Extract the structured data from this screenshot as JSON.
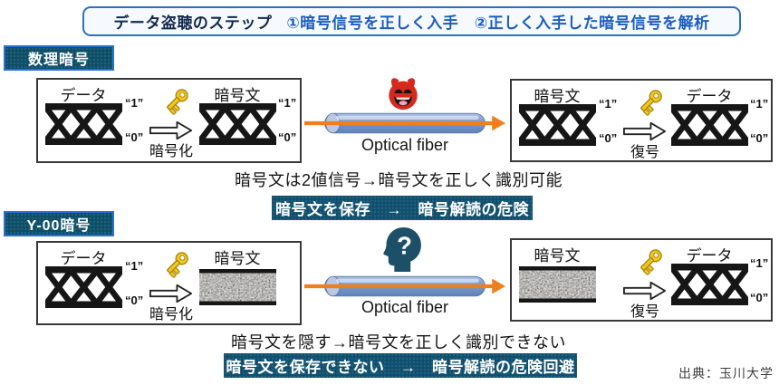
{
  "banner": {
    "title": "データ盗聴のステップ",
    "steps": "①暗号信号を正しく入手　②正しく入手した暗号信号を解析"
  },
  "bits": {
    "one": "“1”",
    "zero": "“0”"
  },
  "row1": {
    "tag": "数理暗号",
    "tx": {
      "src": "データ",
      "dst": "暗号文",
      "op": "暗号化"
    },
    "rx": {
      "src": "暗号文",
      "dst": "データ",
      "op": "復号"
    },
    "fiber_label": "Optical fiber",
    "caption": "暗号文は2値信号→暗号文を正しく識別可能",
    "verdict": "暗号文を保存　→　暗号解読の危険"
  },
  "row2": {
    "tag": "Y-00暗号",
    "tx": {
      "src": "データ",
      "dst": "暗号文",
      "op": "暗号化"
    },
    "rx": {
      "src": "暗号文",
      "dst": "データ",
      "op": "復号"
    },
    "fiber_label": "Optical fiber",
    "caption": "暗号文を隠す→暗号文を正しく識別できない",
    "verdict": "暗号文を保存できない　→　暗号解読の危険回避"
  },
  "credit": "出典：玉川大学",
  "icons": {
    "key": "gold-key",
    "devil": "eavesdropper-devil-face",
    "qhead": "confused-head-question-mark",
    "fiber": "optical-fiber-cylinder-with-orange-arrow",
    "eye_diagram": "binary-eye-diagram-xxx",
    "noise_band": "noise-masked-signal-band",
    "block_arrow": "white-right-block-arrow"
  },
  "colors": {
    "banner_border": "#2d6fc7",
    "banner_step_blue": "#1c5cc0",
    "tag_teal": "#0c4e67",
    "verdict_navy": "#0f506e",
    "fiber_blue": "#7b9ccf",
    "arrow_orange": "#ef7f1b",
    "devil_red": "#d6291d",
    "key_gold": "#f5c71d"
  }
}
